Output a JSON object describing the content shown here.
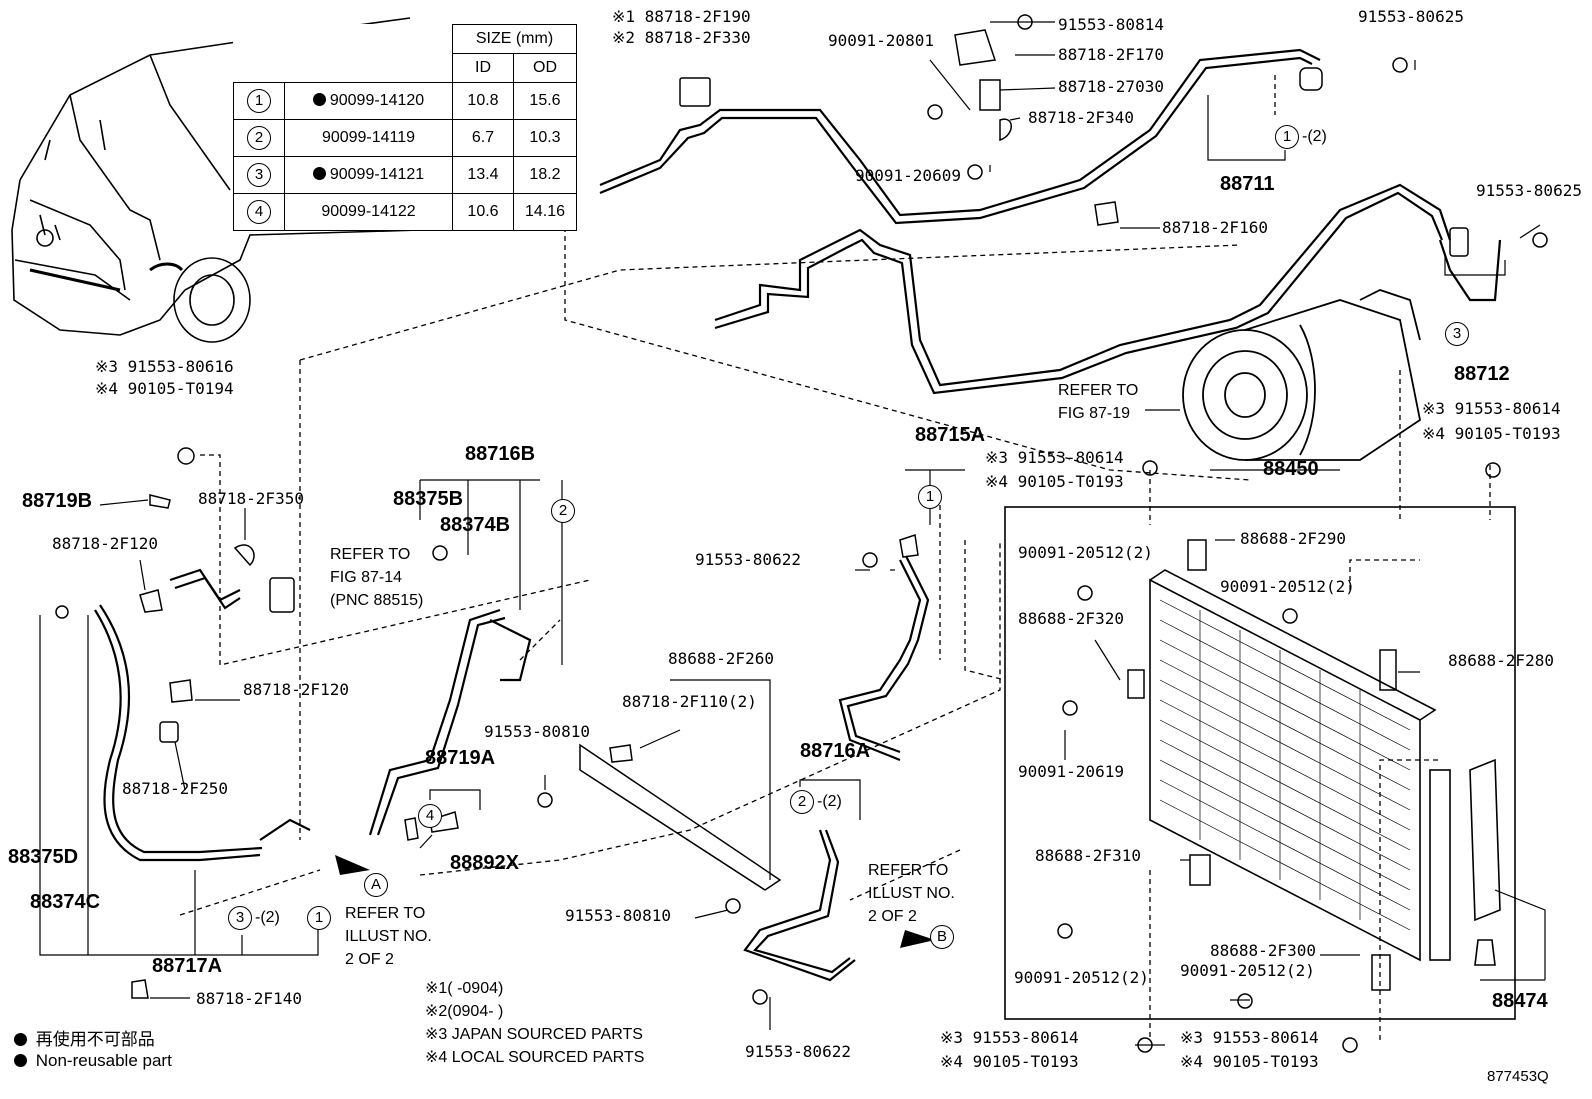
{
  "size_table": {
    "header": "SIZE (mm)",
    "col_id": "ID",
    "col_od": "OD",
    "rows": [
      {
        "no": "1",
        "part": "90099-14120",
        "id": "10.8",
        "od": "15.6",
        "nonreusable": true
      },
      {
        "no": "2",
        "part": "90099-14119",
        "id": "6.7",
        "od": "10.3",
        "nonreusable": false
      },
      {
        "no": "3",
        "part": "90099-14121",
        "id": "13.4",
        "od": "18.2",
        "nonreusable": true
      },
      {
        "no": "4",
        "part": "90099-14122",
        "id": "10.6",
        "od": "14.16",
        "nonreusable": false
      }
    ]
  },
  "labels": {
    "l1": "※1 88718-2F190",
    "l2": "※2 88718-2F330",
    "l3": "90091-20801",
    "l4": "91553-80814",
    "l5": "88718-2F170",
    "l6": "91553-80625",
    "l7": "88718-27030",
    "l8": "88718-2F340",
    "l9": "90091-20609",
    "l10": "88711",
    "l11": "88718-2F160",
    "l12": "91553-80625",
    "l13": "88712",
    "l14": "※3 91553-80616",
    "l15": "※4 90105-T0194",
    "l16": "88716B",
    "l17": "88375B",
    "l18": "88374B",
    "l19": "88719B",
    "l20": "88718-2F350",
    "l21": "88718-2F120",
    "l22": "REFER TO",
    "l23": "FIG 87-14",
    "l24": "(PNC 88515)",
    "l25": "88718-2F120",
    "l26": "88718-2F250",
    "l27": "88375D",
    "l28": "88374C",
    "l29": "88717A",
    "l30": "88718-2F140",
    "l31": "REFER TO",
    "l32": "FIG 87-19",
    "l33": "※3 91553-80614",
    "l34": "※4 90105-T0193",
    "l35": "88715A",
    "l36": "※3 91553-80614",
    "l37": "※4 90105-T0193",
    "l38": "88450",
    "l39": "91553-80622",
    "l40": "88688-2F290",
    "l41": "90091-20512(2)",
    "l42": "90091-20512(2)",
    "l43": "88688-2F320",
    "l44": "88688-2F280",
    "l45": "90091-20619",
    "l46": "88688-2F260",
    "l47": "88718-2F110(2)",
    "l48": "91553-80810",
    "l49": "88719A",
    "l50": "88892X",
    "l51": "88716A",
    "l52": "88688-2F310",
    "l53": "REFER TO",
    "l54": "ILLUST NO.",
    "l55": "2 OF 2",
    "l56": "REFER TO",
    "l57": "ILLUST NO.",
    "l58": "2 OF 2",
    "l59": "91553-80810",
    "l60": "90091-20512(2)",
    "l61": "88688-2F300",
    "l62": "90091-20512(2)",
    "l63": "88474",
    "l64": "91553-80622",
    "l65": "※3 91553-80614",
    "l66": "※4 90105-T0193",
    "l67": "※3 91553-80614",
    "l68": "※4 90105-T0193",
    "n1": "※1(    -0904)",
    "n2": "※2(0904-    )",
    "n3": "※3 JAPAN SOURCED PARTS",
    "n4": "※4 LOCAL SOURCED PARTS",
    "legend_jp": "再使用不可部品",
    "legend_en": "Non-reusable part",
    "fig_no": "877453Q",
    "c_a": "A",
    "c_b": "B",
    "c1": "1",
    "c1b": "-(2)",
    "c3": "3",
    "c_1715": "1",
    "c_2_16b": "2",
    "c4": "4",
    "c2a": "2",
    "c2ab": "-(2)",
    "c3a": "3",
    "c3ab": "-(2)",
    "c1a": "1"
  }
}
